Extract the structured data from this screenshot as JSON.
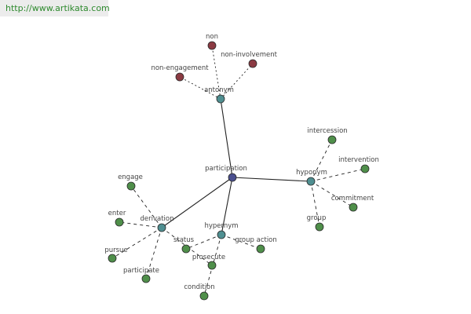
{
  "header": {
    "source_link": "http://www.artikata.com"
  },
  "colors": {
    "center": "#4a4f8f",
    "relation": "#4f8f91",
    "antonym_term": "#8b3a42",
    "synonym_term": "#4f8f4a",
    "edge": "#222222"
  },
  "graph": {
    "nodes": [
      {
        "id": "participation",
        "label": "participation",
        "kind": "center"
      },
      {
        "id": "antonym",
        "label": "antonym",
        "kind": "relation"
      },
      {
        "id": "hyponym",
        "label": "hyponym",
        "kind": "relation"
      },
      {
        "id": "derivation",
        "label": "derivation",
        "kind": "relation"
      },
      {
        "id": "hypernym",
        "label": "hypernym",
        "kind": "relation"
      },
      {
        "id": "non",
        "label": "non",
        "kind": "antonym_term"
      },
      {
        "id": "non-involvement",
        "label": "non-involvement",
        "kind": "antonym_term"
      },
      {
        "id": "non-engagement",
        "label": "non-engagement",
        "kind": "antonym_term"
      },
      {
        "id": "intercession",
        "label": "intercession",
        "kind": "synonym_term"
      },
      {
        "id": "intervention",
        "label": "intervention",
        "kind": "synonym_term"
      },
      {
        "id": "commitment",
        "label": "commitment",
        "kind": "synonym_term"
      },
      {
        "id": "group",
        "label": "group",
        "kind": "synonym_term"
      },
      {
        "id": "engage",
        "label": "engage",
        "kind": "synonym_term"
      },
      {
        "id": "enter",
        "label": "enter",
        "kind": "synonym_term"
      },
      {
        "id": "pursue",
        "label": "pursue",
        "kind": "synonym_term"
      },
      {
        "id": "participate",
        "label": "participate",
        "kind": "synonym_term"
      },
      {
        "id": "status",
        "label": "status",
        "kind": "synonym_term"
      },
      {
        "id": "prosecute",
        "label": "prosecute",
        "kind": "synonym_term"
      },
      {
        "id": "condition",
        "label": "condition",
        "kind": "synonym_term"
      },
      {
        "id": "group-action",
        "label": "group action",
        "kind": "synonym_term"
      }
    ],
    "edges": [
      {
        "from": "participation",
        "to": "antonym",
        "style": "solid"
      },
      {
        "from": "participation",
        "to": "hyponym",
        "style": "solid"
      },
      {
        "from": "participation",
        "to": "derivation",
        "style": "solid"
      },
      {
        "from": "participation",
        "to": "hypernym",
        "style": "solid"
      },
      {
        "from": "antonym",
        "to": "non",
        "style": "dotted"
      },
      {
        "from": "antonym",
        "to": "non-involvement",
        "style": "dotted"
      },
      {
        "from": "antonym",
        "to": "non-engagement",
        "style": "dotted"
      },
      {
        "from": "hyponym",
        "to": "intercession",
        "style": "dashed"
      },
      {
        "from": "hyponym",
        "to": "intervention",
        "style": "dashed"
      },
      {
        "from": "hyponym",
        "to": "commitment",
        "style": "dashed"
      },
      {
        "from": "hyponym",
        "to": "group",
        "style": "dashed"
      },
      {
        "from": "derivation",
        "to": "engage",
        "style": "dashed"
      },
      {
        "from": "derivation",
        "to": "enter",
        "style": "dashed"
      },
      {
        "from": "derivation",
        "to": "pursue",
        "style": "dashed"
      },
      {
        "from": "derivation",
        "to": "participate",
        "style": "dashed"
      },
      {
        "from": "derivation",
        "to": "prosecute",
        "style": "dashed"
      },
      {
        "from": "hypernym",
        "to": "status",
        "style": "dashed"
      },
      {
        "from": "hypernym",
        "to": "group-action",
        "style": "dashed"
      },
      {
        "from": "hypernym",
        "to": "condition",
        "style": "dashed"
      }
    ]
  }
}
